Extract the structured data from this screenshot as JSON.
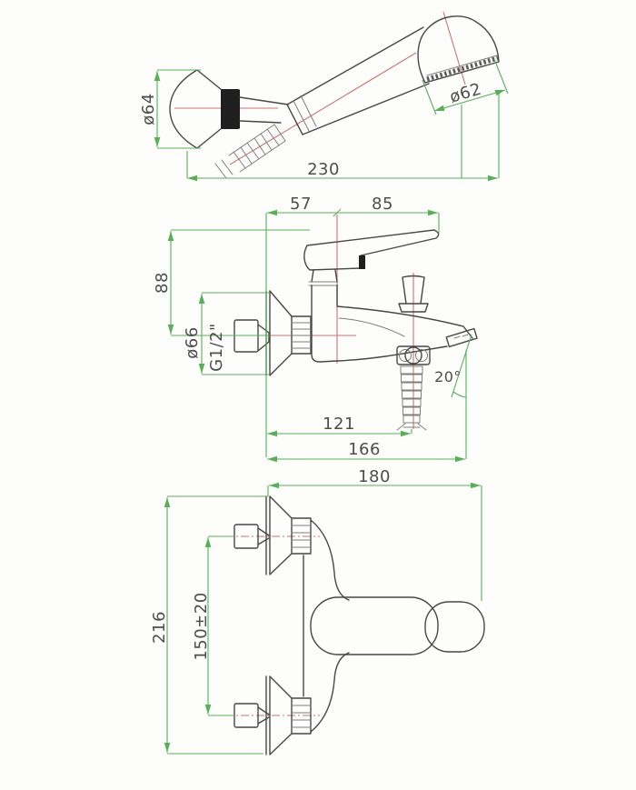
{
  "colors": {
    "dimension_lines": "#56b156",
    "centerlines": "#c87474",
    "part_outlines": "#474747",
    "background": "#fdfdfc"
  },
  "hand_shower_view": {
    "head_diameter": "ø64",
    "spray_face_diameter": "ø62",
    "overall_length": "230"
  },
  "front_view": {
    "wall_to_handle_axis": "57",
    "handle_axis_to_tip": "85",
    "handle_top_to_inlet_axis": "88",
    "escutcheon_diameter": "ø66",
    "inlet_thread": "G1/2\"",
    "aerator_angle": "20°",
    "wall_to_shower_outlet": "121",
    "wall_to_spout_tip": "166"
  },
  "top_view": {
    "overall_width": "180",
    "overall_depth": "216",
    "inlet_spacing": "150±20"
  }
}
